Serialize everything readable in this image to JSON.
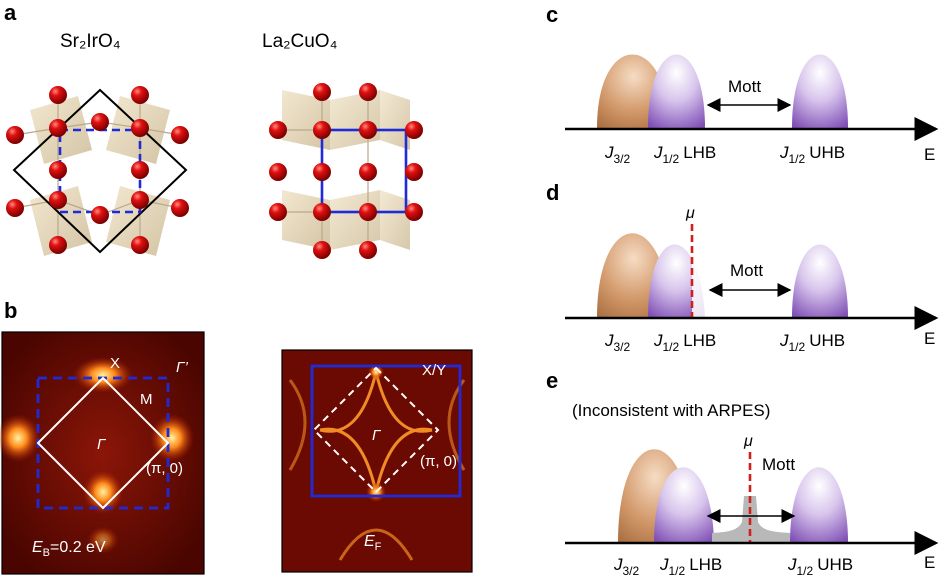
{
  "panels": {
    "a": {
      "label": "a",
      "left_title": "Sr₂IrO₄",
      "right_title": "La₂CuO₄"
    },
    "b": {
      "label": "b",
      "left": {
        "x_label": "X",
        "gamma_prime": "Γ’",
        "m_label": "M",
        "gamma": "Γ",
        "pi0": "(π, 0)",
        "energy": "E",
        "energy_sub": "B",
        "energy_value": "=0.2 eV"
      },
      "right": {
        "xy_label": "X/Y",
        "gamma": "Γ",
        "pi0": "(π, 0)",
        "ef": "E",
        "ef_sub": "F"
      }
    },
    "c": {
      "label": "c",
      "mott": "Mott",
      "j32": "J",
      "j32_sub": "3/2",
      "j12": "J",
      "j12_sub": "1/2",
      "lhb": "LHB",
      "uhb": "UHB",
      "axis": "E"
    },
    "d": {
      "label": "d",
      "mu": "μ",
      "mott": "Mott",
      "j32": "J",
      "j32_sub": "3/2",
      "j12": "J",
      "j12_sub": "1/2",
      "lhb": "LHB",
      "uhb": "UHB",
      "axis": "E"
    },
    "e": {
      "label": "e",
      "note": "(Inconsistent with ARPES)",
      "mu": "μ",
      "mott": "Mott",
      "j32": "J",
      "j32_sub": "3/2",
      "j12": "J",
      "j12_sub": "1/2",
      "lhb": "LHB",
      "uhb": "UHB",
      "axis": "E"
    }
  },
  "colors": {
    "j32_band": "#c88a58",
    "j12_band": "#9b6fc4",
    "mu_line": "#d0201c",
    "blue_box": "#1f2ad8",
    "arpes_bg": "#6b0a02"
  }
}
